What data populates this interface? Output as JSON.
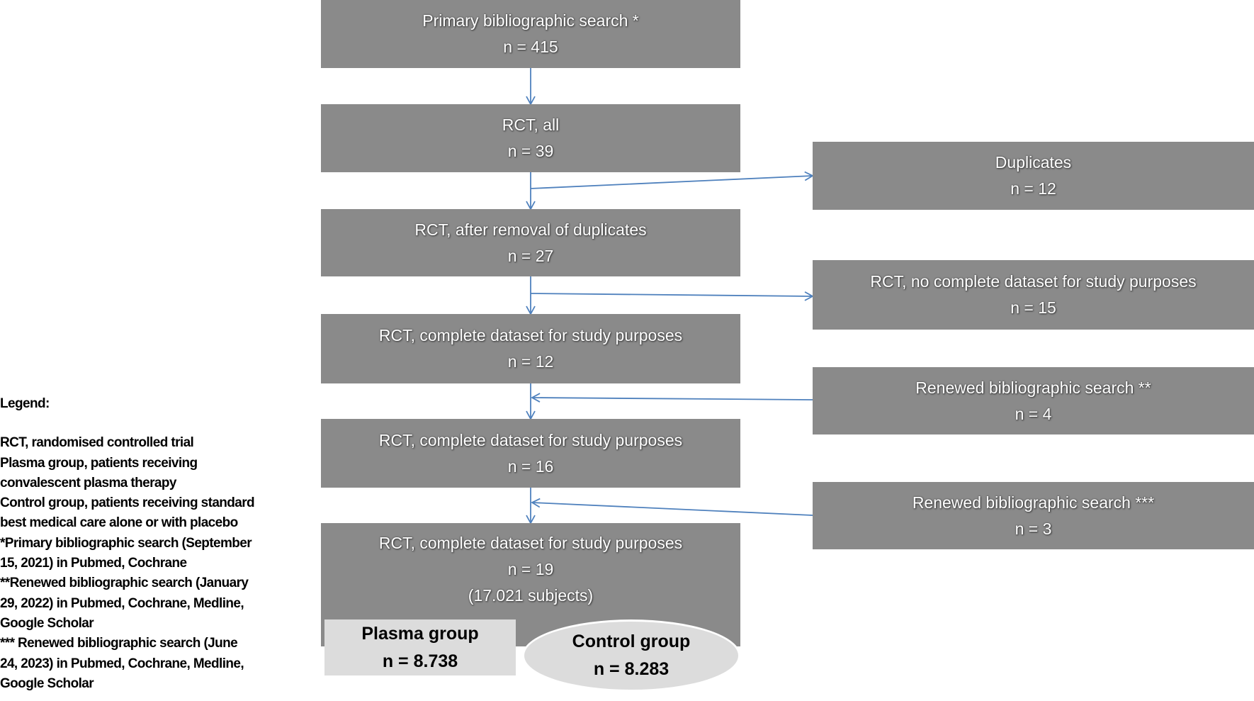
{
  "flow": {
    "step1": {
      "title": "Primary bibliographic search *",
      "n": "n = 415"
    },
    "step2": {
      "title": "RCT, all",
      "n": "n = 39"
    },
    "step3": {
      "title": "RCT, after removal of duplicates",
      "n": "n = 27"
    },
    "step4": {
      "title": "RCT, complete dataset for study purposes",
      "n": "n = 12"
    },
    "step5": {
      "title": "RCT, complete dataset for study purposes",
      "n": "n = 16"
    },
    "step6": {
      "title": "RCT, complete dataset for study purposes",
      "n": "n = 19",
      "subjects": "(17.021 subjects)"
    }
  },
  "side": {
    "duplicates": {
      "title": "Duplicates",
      "n": "n = 12"
    },
    "incomplete": {
      "title": "RCT, no complete dataset for study purposes",
      "n": "n = 15"
    },
    "renewed1": {
      "title": "Renewed bibliographic search **",
      "n": "n = 4"
    },
    "renewed2": {
      "title": "Renewed bibliographic search ***",
      "n": "n = 3"
    }
  },
  "groups": {
    "plasma": {
      "title": "Plasma group",
      "n": "n = 8.738"
    },
    "control": {
      "title": "Control group",
      "n": "n = 8.283"
    }
  },
  "legend": {
    "title": "Legend:",
    "lines": [
      "RCT, randomised controlled trial",
      "Plasma group, patients receiving",
      "convalescent plasma therapy",
      "Control group, patients receiving standard",
      "best medical care alone or with placebo",
      "*Primary bibliographic search (September",
      "15, 2021) in Pubmed, Cochrane",
      "**Renewed bibliographic search (January",
      "29, 2022) in Pubmed, Cochrane, Medline,",
      "Google Scholar",
      "*** Renewed bibliographic search (June",
      "24, 2023) in Pubmed, Cochrane, Medline,",
      "Google Scholar"
    ]
  },
  "colors": {
    "box": "#8a8a8a",
    "group": "#dcdcdc",
    "arrow": "#4f81bd"
  }
}
